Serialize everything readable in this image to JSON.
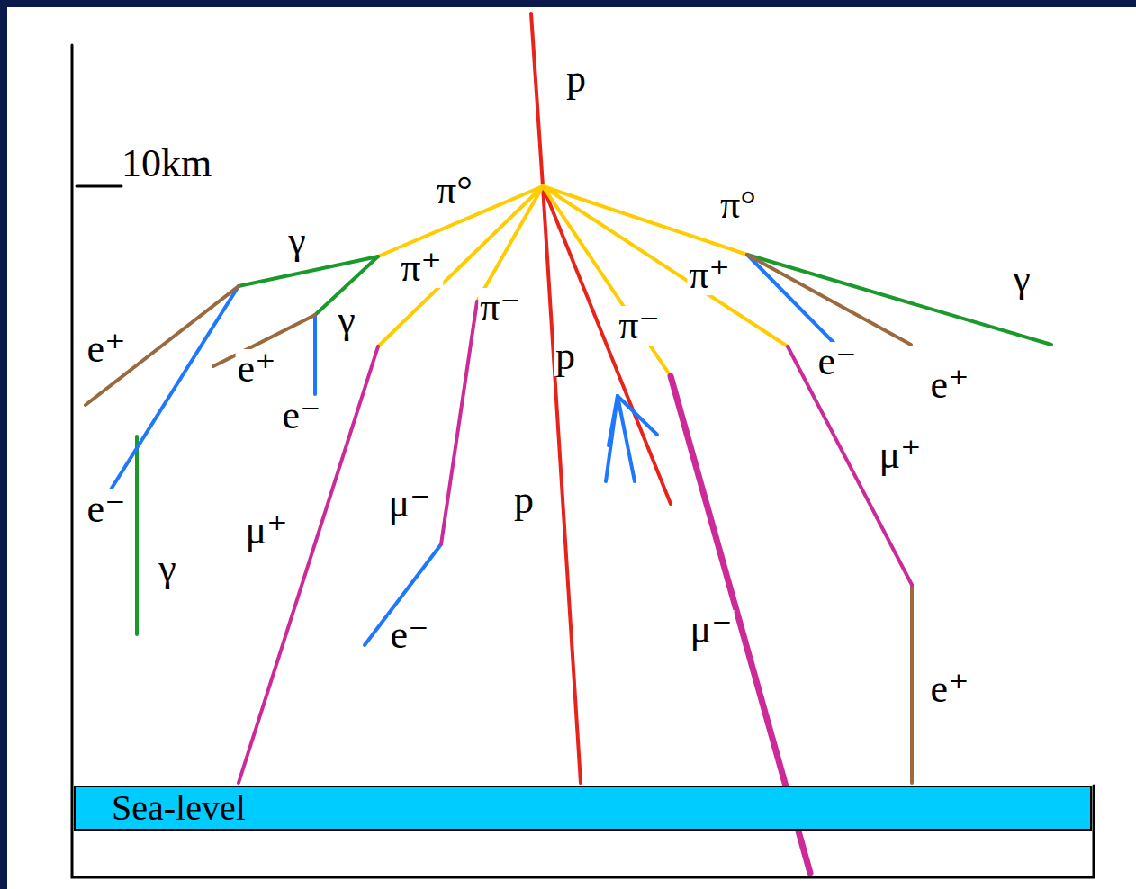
{
  "diagram": {
    "nodes": [
      {
        "text": [
          "Sea-level"
        ]
      }
    ],
    "labels": [
      "p",
      "10km",
      "π°",
      "π°",
      "γ",
      "π⁺",
      "π⁻",
      "π⁻",
      "π⁺",
      "γ",
      "e⁺",
      "e⁺",
      "e⁻",
      "e⁻",
      "e⁺",
      "γ",
      "p",
      "e⁻",
      "γ",
      "μ⁺",
      "μ⁻",
      "p",
      "μ⁺",
      "e⁻",
      "μ⁻",
      "e⁺"
    ]
  }
}
